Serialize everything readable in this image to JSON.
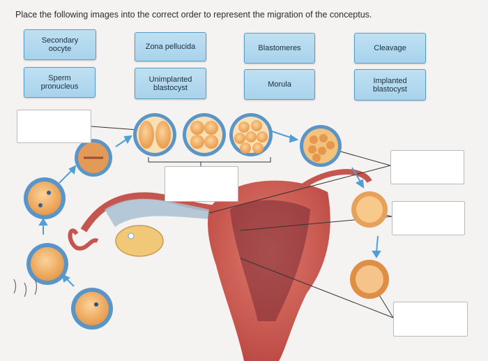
{
  "instruction": "Place the following images into the correct order to represent the migration of the conceptus.",
  "labels": [
    {
      "id": "secondary-oocyte",
      "line1": "Secondary",
      "line2": "oocyte"
    },
    {
      "id": "zona-pellucida",
      "line1": "Zona pellucida",
      "line2": ""
    },
    {
      "id": "blastomeres",
      "line1": "Blastomeres",
      "line2": ""
    },
    {
      "id": "cleavage",
      "line1": "Cleavage",
      "line2": ""
    },
    {
      "id": "sperm-pronucleus",
      "line1": "Sperm",
      "line2": "pronucleus"
    },
    {
      "id": "unimplanted-blastocyst",
      "line1": "Unimplanted",
      "line2": "blastocyst"
    },
    {
      "id": "morula",
      "line1": "Morula",
      "line2": ""
    },
    {
      "id": "implanted-blastocyst",
      "line1": "Implanted",
      "line2": "blastocyst"
    }
  ],
  "drop_targets": [
    "top-left",
    "center",
    "right-upper",
    "right-middle",
    "right-lower"
  ],
  "colors": {
    "tile_fill": "#aed6ee",
    "tile_border": "#5a9cc6",
    "cell_ring": "#5b95c8",
    "cell_fill": "#f1b46c",
    "uterus": "#c4564f",
    "tube": "#9fb7cc"
  }
}
